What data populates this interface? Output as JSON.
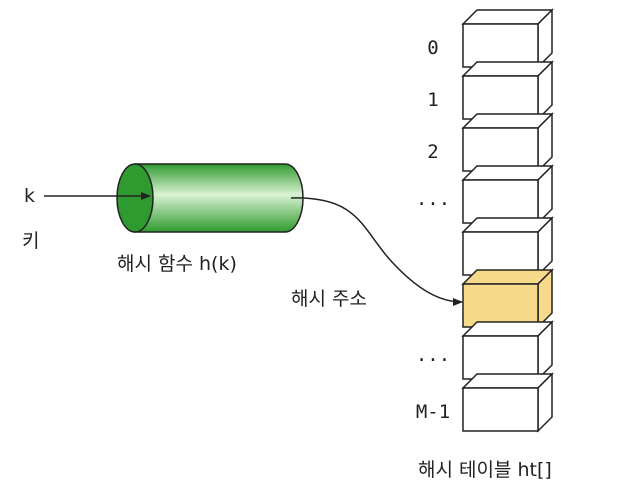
{
  "input": {
    "key_symbol": "k",
    "key_label": "키"
  },
  "hash_function": {
    "label": "해시 함수 h(k)"
  },
  "hash_address": {
    "label": "해시 주소"
  },
  "hash_table": {
    "label": "해시 테이블 ht[]",
    "slots": [
      {
        "index": "0",
        "highlighted": false
      },
      {
        "index": "1",
        "highlighted": false
      },
      {
        "index": "2",
        "highlighted": false
      },
      {
        "index": "···",
        "highlighted": false
      },
      {
        "index": "",
        "highlighted": false
      },
      {
        "index": "",
        "highlighted": true
      },
      {
        "index": "···",
        "highlighted": false
      },
      {
        "index": "M-1",
        "highlighted": false
      }
    ]
  },
  "colors": {
    "cylinder_dark": "#2f9a2f",
    "cylinder_light": "#d9f2d2",
    "highlight_fill": "#f7d98a",
    "box_fill": "#ffffff",
    "stroke": "#222222"
  }
}
